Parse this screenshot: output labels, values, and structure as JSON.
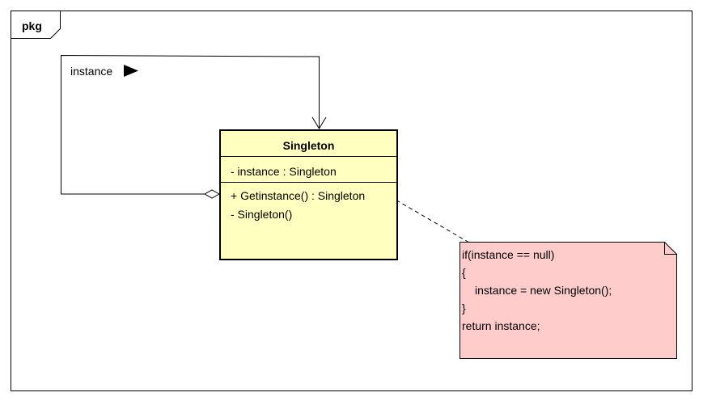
{
  "package": {
    "label": "pkg"
  },
  "association": {
    "role_label": "instance",
    "direction_icon": "triangle-right-icon"
  },
  "class": {
    "name": "Singleton",
    "fill_color": "#ffffc0",
    "attributes": [
      "- instance : Singleton"
    ],
    "operations": [
      "+ Getinstance() : Singleton",
      "- Singleton()"
    ]
  },
  "note": {
    "fill_color": "#ffcccc",
    "lines": [
      "if(instance == null)",
      "{",
      "instance = new Singleton();",
      "}",
      "return instance;"
    ]
  }
}
